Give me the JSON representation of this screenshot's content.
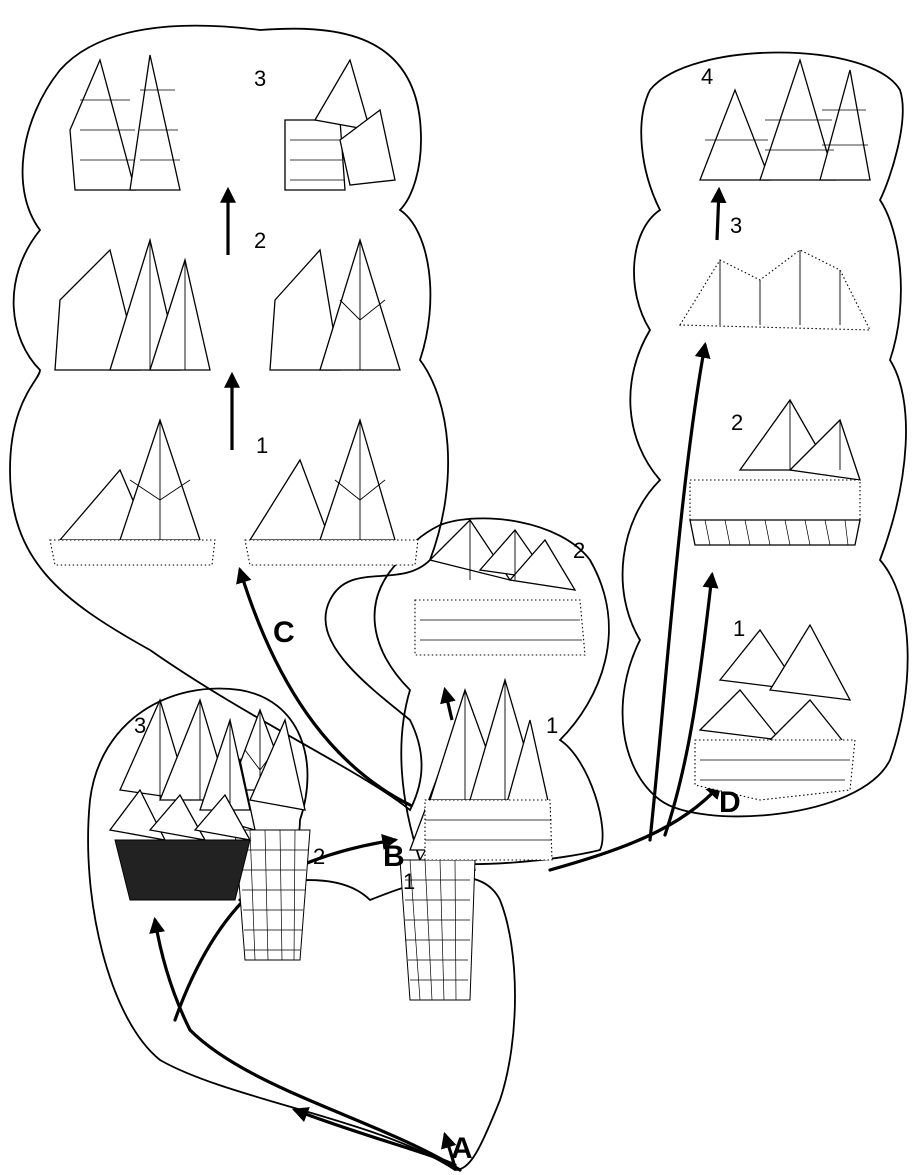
{
  "groups": {
    "A": {
      "label": "A",
      "stages": [
        {
          "label": "1"
        },
        {
          "label": "2"
        },
        {
          "label": "3"
        }
      ]
    },
    "B": {
      "label": "B",
      "stages": [
        {
          "label": "1"
        },
        {
          "label": "2"
        }
      ]
    },
    "C": {
      "label": "C",
      "stages": [
        {
          "label": "1"
        },
        {
          "label": "2"
        },
        {
          "label": "3"
        }
      ]
    },
    "D": {
      "label": "D",
      "stages": [
        {
          "label": "1"
        },
        {
          "label": "2"
        },
        {
          "label": "3"
        },
        {
          "label": "4"
        }
      ]
    }
  }
}
